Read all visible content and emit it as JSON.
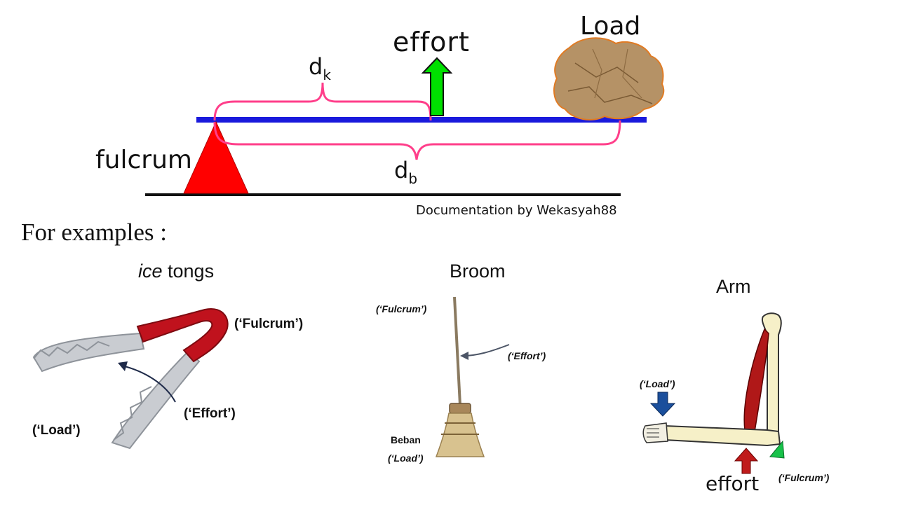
{
  "lever": {
    "effort_label": "effort",
    "load_label": "Load",
    "fulcrum_label": "fulcrum",
    "dk_main": "d",
    "dk_sub": "k",
    "db_main": "d",
    "db_sub": "b",
    "credit": "Documentation by Wekasyah88",
    "colors": {
      "beam": "#1a1adc",
      "fulcrum": "#ff0000",
      "brace": "#ff3e8a",
      "arrow": "#00e000",
      "load": "#b08a5a"
    }
  },
  "examples_heading": "For examples :",
  "tongs": {
    "title_italic": "ice",
    "title_rest": " tongs",
    "fulcrum": "(‘Fulcrum’)",
    "effort": "(‘Effort’)",
    "load": "(‘Load’)"
  },
  "broom": {
    "title": "Broom",
    "fulcrum": "(‘Fulcrum’)",
    "effort": "(‘Effort’)",
    "beban": "Beban",
    "load": "(‘Load’)"
  },
  "arm": {
    "title": "Arm",
    "load": "(‘Load’)",
    "effort": "effort",
    "fulcrum": "(‘Fulcrum’)"
  }
}
